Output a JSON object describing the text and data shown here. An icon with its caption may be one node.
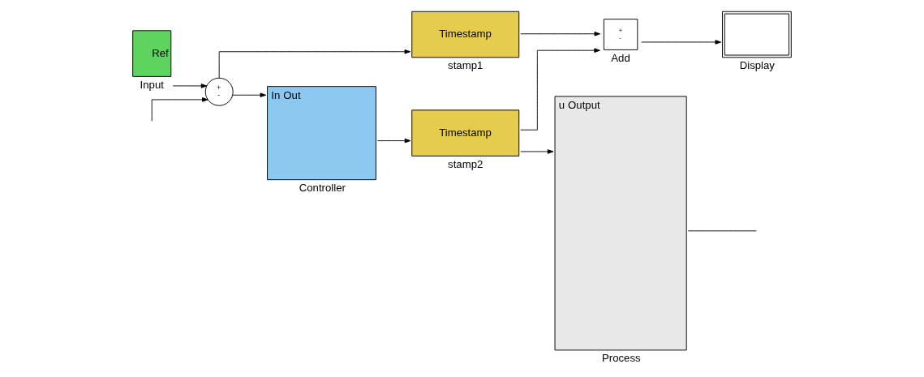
{
  "diagram": {
    "nodes": [
      {
        "text": [
          "Ref"
        ],
        "beside": [
          "Input"
        ]
      },
      {
        "text": [
          "+",
          "-"
        ]
      },
      {
        "text": [
          "Timestamp"
        ],
        "beside": [
          "stamp1"
        ]
      },
      {
        "text": [
          "In",
          "Out"
        ],
        "beside": [
          "Controller"
        ]
      },
      {
        "text": [
          "Timestamp"
        ],
        "beside": [
          "stamp2"
        ]
      },
      {
        "text": [
          "+",
          "-"
        ],
        "beside": [
          "Add"
        ]
      },
      {
        "text": [],
        "shape": "box",
        "beside": [
          "Display"
        ]
      },
      {
        "text": [
          "u",
          "Output"
        ],
        "beside": [
          "Process"
        ]
      }
    ],
    "edges": [
      {
        "from": 0,
        "to": 1,
        "arrow": "to"
      },
      {
        "from": 1,
        "to": 2,
        "arrow": "to"
      },
      {
        "from": 1,
        "to": 3,
        "arrow": "to"
      },
      {
        "from": 2,
        "to": 5,
        "arrow": "to"
      },
      {
        "from": 3,
        "to": 4,
        "arrow": "to"
      },
      {
        "from": 4,
        "to": 5,
        "arrow": "to"
      },
      {
        "from": 4,
        "to": 7,
        "arrow": "to"
      },
      {
        "from": 5,
        "to": 6,
        "arrow": "to"
      },
      {
        "from": 7,
        "to": null,
        "arrow": "none"
      },
      {
        "from": null,
        "to": 1,
        "arrow": "to"
      }
    ]
  }
}
